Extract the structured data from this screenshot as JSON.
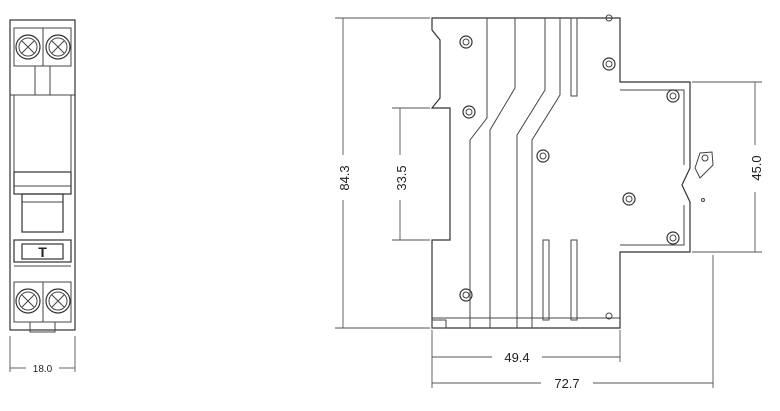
{
  "front_view": {
    "width_label": "18.0",
    "button_label": "T"
  },
  "side_view": {
    "height_label": "84.3",
    "rail_label": "33.5",
    "right_height_label": "45.0",
    "depth_label": "49.4",
    "total_depth_label": "72.7"
  }
}
